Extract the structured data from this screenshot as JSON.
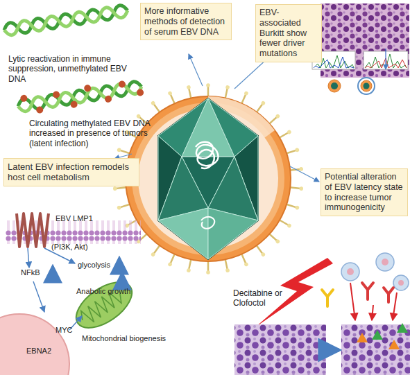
{
  "diagram": {
    "nodes": [
      {
        "text": [
          "More informative methods of detection of serum EBV DNA"
        ]
      },
      {
        "text": [
          "EBV-associated Burkitt show fewer driver mutations"
        ]
      },
      {
        "text": [
          "Latent EBV infection remodels host cell metabolism"
        ]
      },
      {
        "text": [
          "Potential alteration of EBV latency state to increase tumor immunogenicity"
        ]
      }
    ],
    "labels": [
      "Lytic reactivation in immune suppression, unmethylated EBV DNA",
      "Circulating methylated EBV DNA increased in presence of tumors (latent infection)",
      "EBV LMP1",
      "(PI3K, Akt)",
      "glycolysis",
      "NFkB",
      "Anabolic growth",
      "MYC",
      "EBNA2",
      "Mitochondrial biogenesis",
      "Decitabine or Clofoctol"
    ]
  }
}
